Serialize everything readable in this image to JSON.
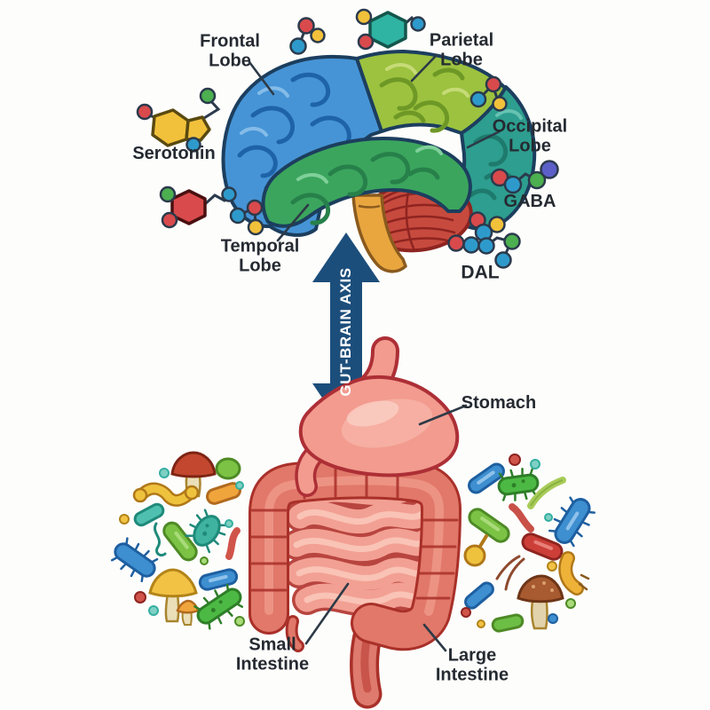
{
  "figure": {
    "type": "gut-brain-axis-illustration",
    "axis_arrow_label": "GUT-BRAIN AXIS"
  },
  "brain_labels": {
    "frontal": "Frontal Lobe",
    "parietal": "Parietal Lobe",
    "occipital": "Occipital Lobe",
    "temporal": "Temporal Lobe"
  },
  "neurotransmitters": {
    "serotonin": "Serotonin",
    "gaba": "GABA",
    "dal": "DAL"
  },
  "gut_labels": {
    "stomach": "Stomach",
    "small_intestine": "Small Intestine",
    "large_intestine": "Large Intestine"
  },
  "colors": {
    "frontal_lobe": "#4694D6",
    "parietal_lobe": "#9CC23F",
    "occipital_lobe": "#2D9E8F",
    "temporal_lobe": "#3BA55D",
    "cerebellum": "#C74A3E",
    "brainstem": "#E9A63F",
    "arrow": "#1C4E7B",
    "stomach_fill": "#F29B8E",
    "colon_fill": "#E1786A",
    "intestine_outline": "#A93029",
    "label_text": "#252a31"
  },
  "icons": {
    "molecules": [
      "yellow-ring-molecule",
      "red-ring-molecule",
      "teal-ring-molecule",
      "three-atom-molecule-top",
      "three-atom-molecule-temporal",
      "three-atom-molecule-parietal",
      "gaba-chain-molecule",
      "dal-branched-molecule"
    ],
    "microbes_left": [
      "red-mushroom",
      "green-oval-microbe",
      "yellow-branching-microbe",
      "orange-capsule-bacterium",
      "teal-flagellated-bacterium",
      "green-rod-bacterium",
      "teal-spiky-bacterium",
      "red-curved-bacterium",
      "blue-spiky-bacterium",
      "blue-capsule-bacterium",
      "yellow-mushroom-cluster",
      "green-spiky-bacterium"
    ],
    "microbes_right": [
      "blue-capsule-bacterium",
      "green-spiky-bacterium",
      "lightgreen-curved-bacterium",
      "blue-spiky-bacterium",
      "green-rod-bacterium",
      "red-curved-bacterium",
      "yellow-round-microbe",
      "red-flagellated-bacterium",
      "yellow-curved-bacterium",
      "brown-mushroom",
      "blue-capsule-small",
      "green-capsule-bacterium"
    ]
  }
}
